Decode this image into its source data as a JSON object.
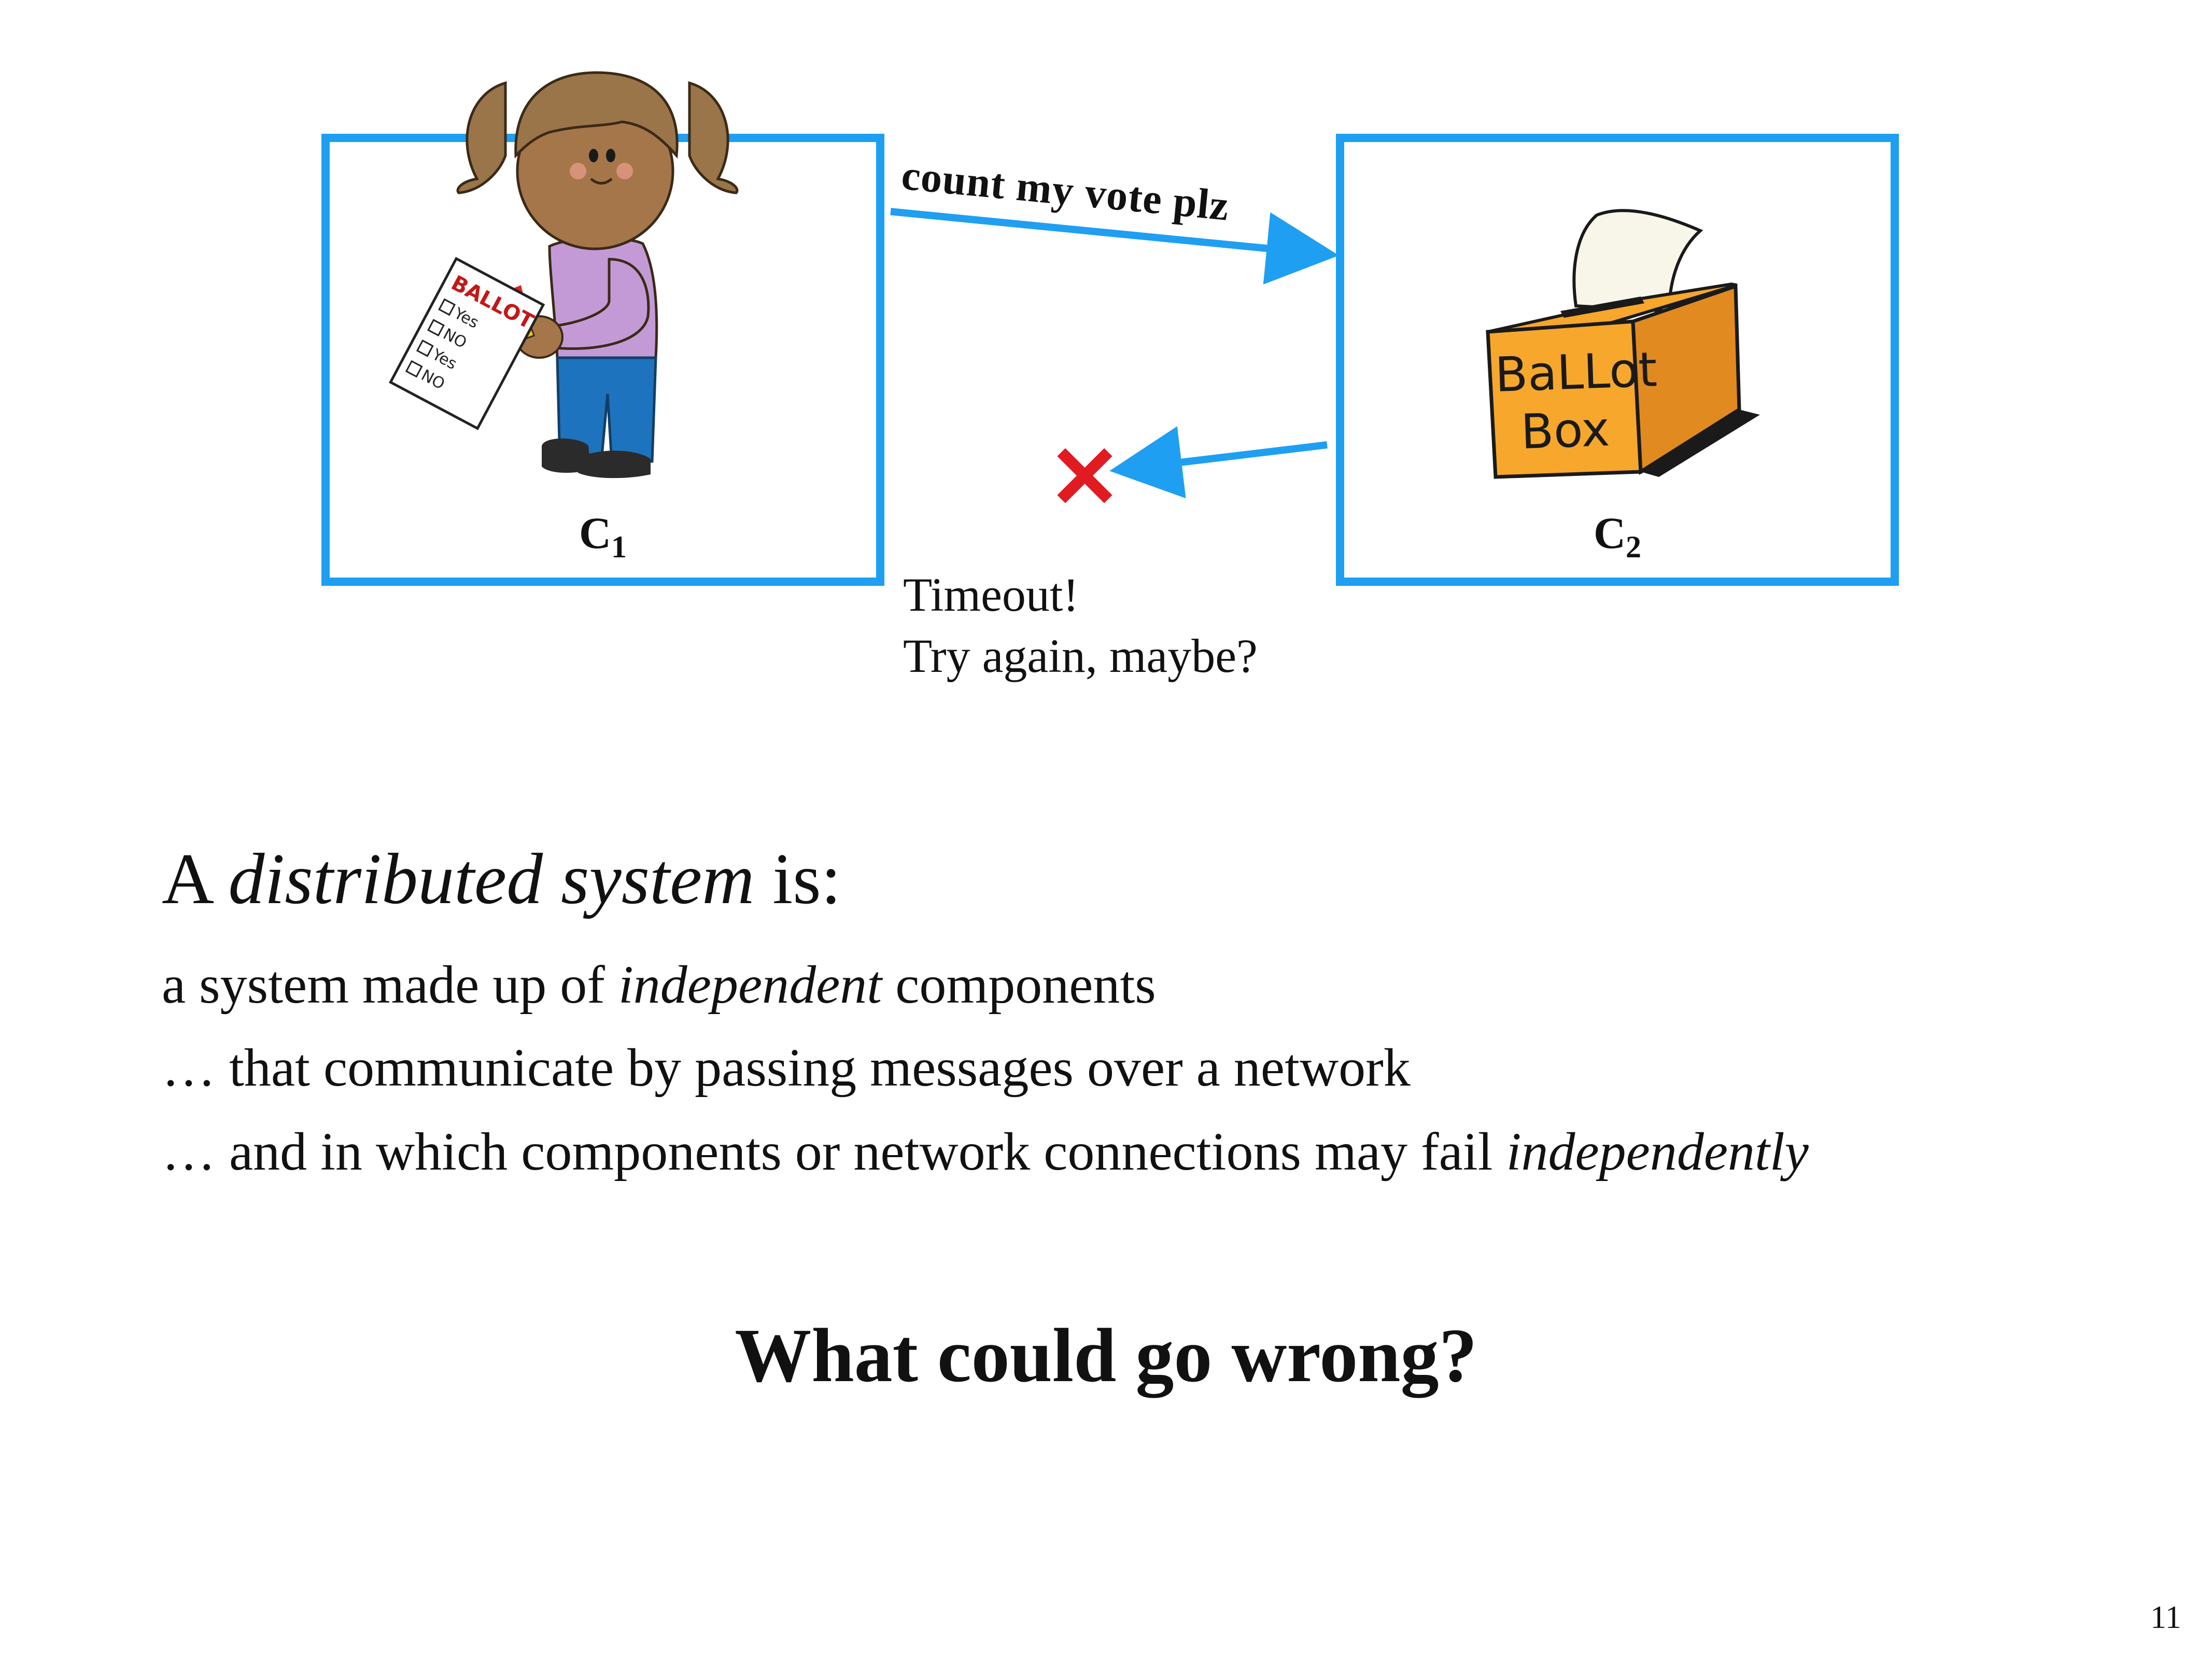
{
  "diagram": {
    "left_node": {
      "label": "C",
      "sub": "1"
    },
    "right_node": {
      "label": "C",
      "sub": "2"
    },
    "request_label": "count my vote plz",
    "timeout_lines": [
      "Timeout!",
      "Try again, maybe?"
    ],
    "ballot_paper": {
      "title": "BALLOT",
      "options": [
        "Yes",
        "NO",
        "Yes",
        "NO"
      ]
    },
    "ballot_box_text": [
      "BaLLot",
      "Box"
    ],
    "colors": {
      "box_border": "#1e9ff2",
      "arrow": "#1e9ff2",
      "fail_mark": "#e11b22",
      "ballot_box": "#f6a72c"
    }
  },
  "definition": {
    "title_prefix": "A ",
    "title_emphasis": "distributed system",
    "title_suffix": " is:",
    "line1_prefix": "a system made up of ",
    "line1_emphasis": "independent",
    "line1_suffix": " components",
    "line2": "… that communicate by passing messages over a network",
    "line3_prefix": "… and in which components or network connections may fail ",
    "line3_emphasis": "independently"
  },
  "question": "What could go wrong?",
  "page_number": "11"
}
